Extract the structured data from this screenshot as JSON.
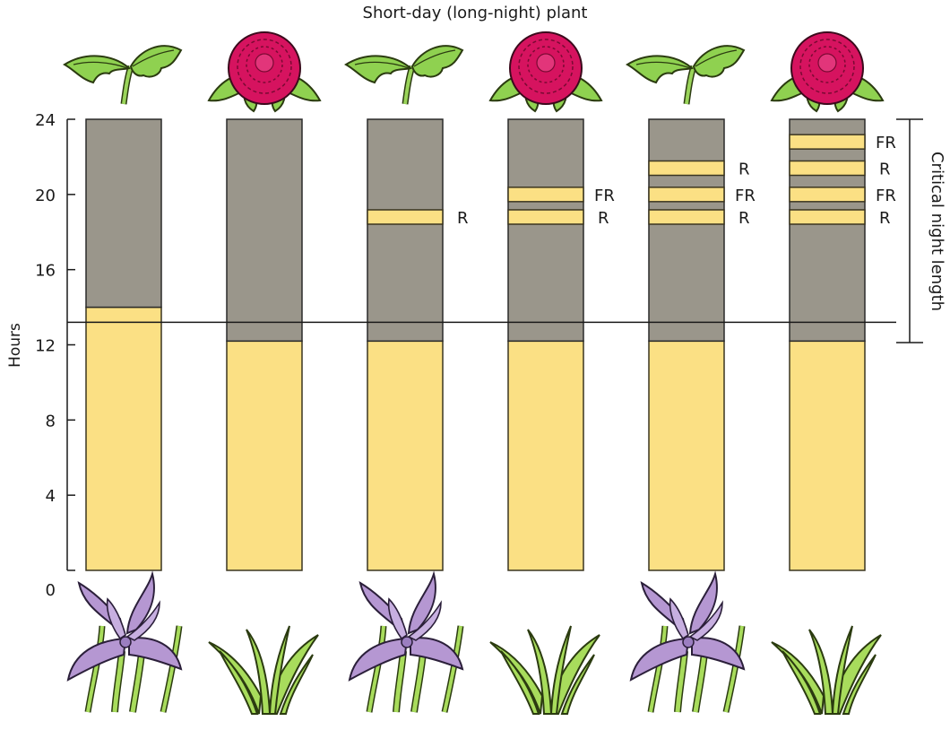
{
  "title": "Short-day (long-night) plant",
  "ylabel": "Hours",
  "ticks": [
    "0",
    "4",
    "8",
    "12",
    "16",
    "20",
    "24"
  ],
  "bracket_label": "Critical night length",
  "critical_night_hours": 13.2,
  "colors": {
    "light": "#fbe084",
    "dark": "#9a968b",
    "leaf": "#8fd150",
    "peony": "#d6135f",
    "iris": "#b597d2",
    "grass": "#a8dc5c"
  },
  "columns": [
    {
      "top_plant": "sprout-icon",
      "bottom_plant": "iris-flowering-icon",
      "dark_start": 14.0,
      "flashes": []
    },
    {
      "top_plant": "peony-flowering-icon",
      "bottom_plant": "grass-vegetative-icon",
      "dark_start": 12.2,
      "flashes": []
    },
    {
      "top_plant": "sprout-icon",
      "bottom_plant": "iris-flowering-icon",
      "dark_start": 12.2,
      "flashes": [
        {
          "hour": 18.8,
          "label": "R"
        }
      ]
    },
    {
      "top_plant": "peony-flowering-icon",
      "bottom_plant": "grass-vegetative-icon",
      "dark_start": 12.2,
      "flashes": [
        {
          "hour": 18.8,
          "label": "R"
        },
        {
          "hour": 20.0,
          "label": "FR"
        }
      ]
    },
    {
      "top_plant": "sprout-icon",
      "bottom_plant": "iris-flowering-icon",
      "dark_start": 12.2,
      "flashes": [
        {
          "hour": 18.8,
          "label": "R"
        },
        {
          "hour": 20.0,
          "label": "FR"
        },
        {
          "hour": 21.4,
          "label": "R"
        }
      ]
    },
    {
      "top_plant": "peony-flowering-icon",
      "bottom_plant": "grass-vegetative-icon",
      "dark_start": 12.2,
      "flashes": [
        {
          "hour": 18.8,
          "label": "R"
        },
        {
          "hour": 20.0,
          "label": "FR"
        },
        {
          "hour": 21.4,
          "label": "R"
        },
        {
          "hour": 22.8,
          "label": "FR"
        }
      ]
    }
  ]
}
